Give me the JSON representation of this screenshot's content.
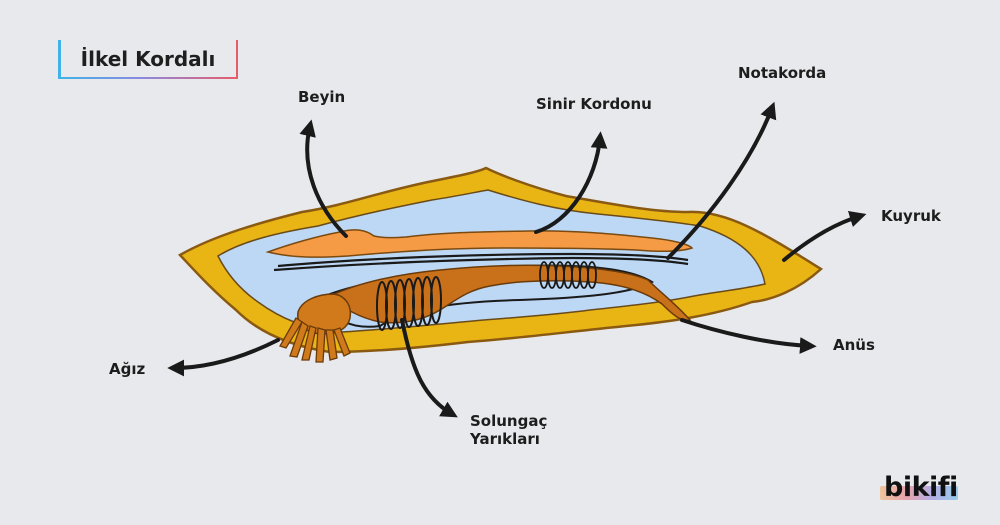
{
  "title": "İlkel Kordalı",
  "labels": {
    "beyin": "Beyin",
    "sinir_kordonu": "Sinir Kordonu",
    "notakorda": "Notakorda",
    "kuyruk": "Kuyruk",
    "anus": "Anüs",
    "agiz": "Ağız",
    "solungac_line1": "Solungaç",
    "solungac_line2": "Yarıkları"
  },
  "logo": "bikifi",
  "colors": {
    "background": "#e8e9ec",
    "outer_body": "#e8b514",
    "inner_body": "#bcd8f5",
    "nerve_cord": "#f59a45",
    "gut": "#c9711a",
    "outline": "#1a1a1a"
  }
}
